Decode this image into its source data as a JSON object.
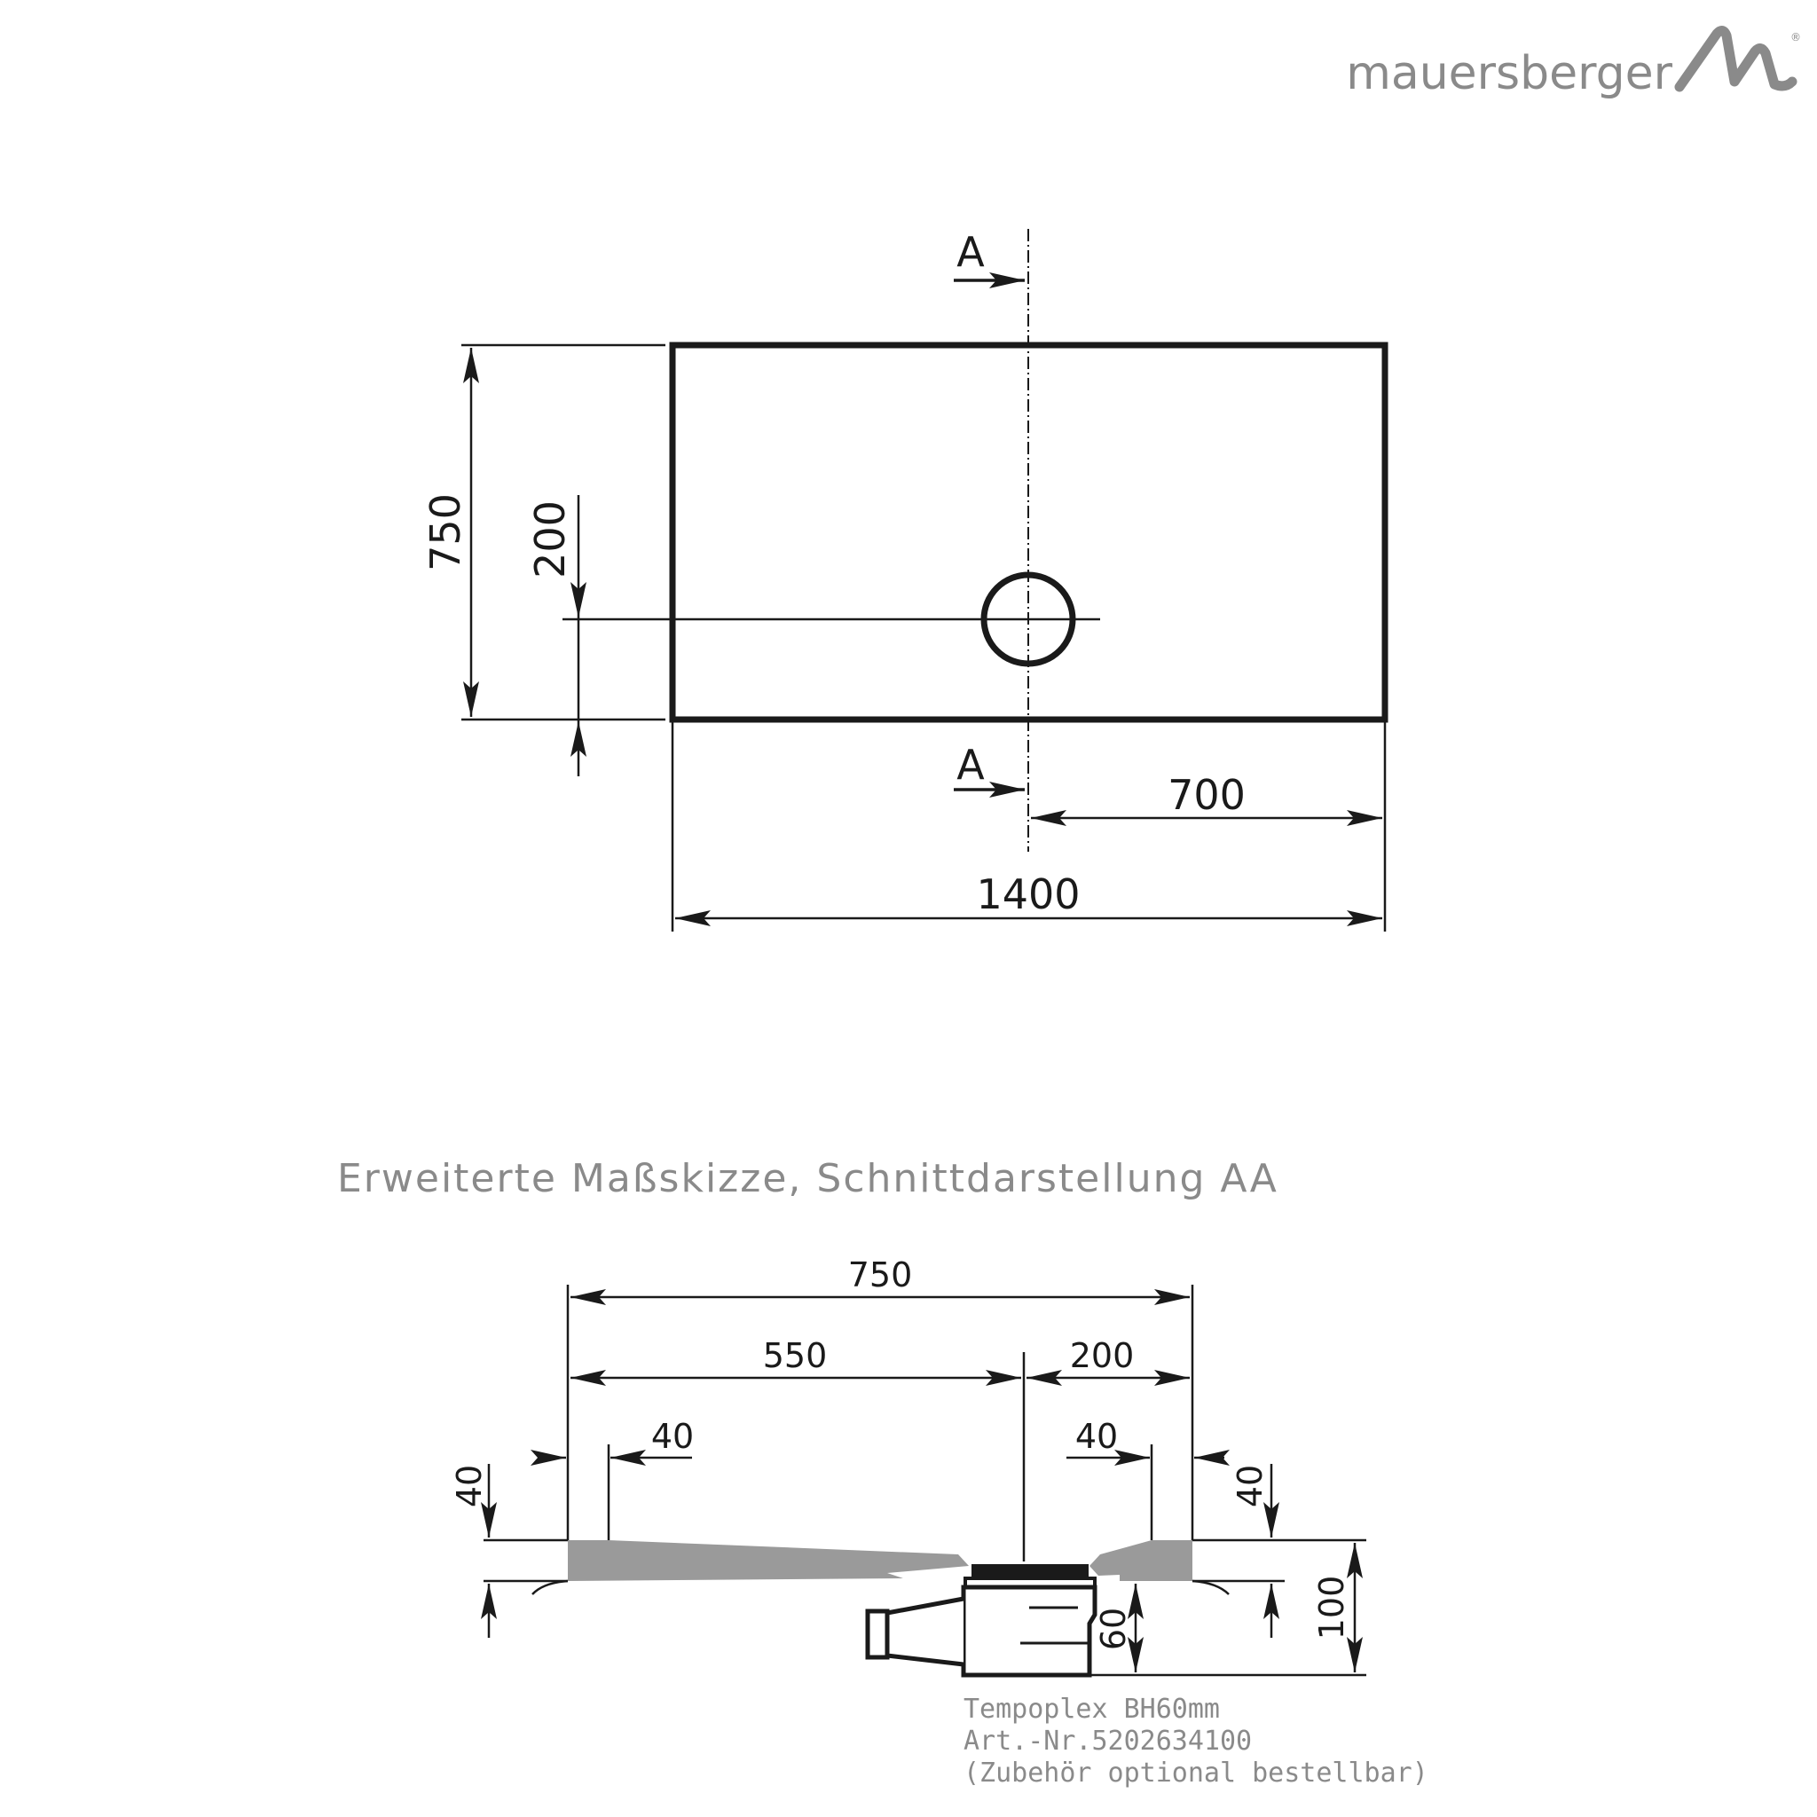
{
  "brand": {
    "name": "mauersberger",
    "registered": "®"
  },
  "plan_view": {
    "section_marker_top": "A",
    "section_marker_bottom": "A",
    "dims": {
      "height": "750",
      "drain_offset": "200",
      "drain_to_right": "700",
      "width": "1400"
    }
  },
  "section_view": {
    "title": "Erweiterte Maßskizze, Schnittdarstellung AA",
    "dims": {
      "total": "750",
      "left_part": "550",
      "right_part": "200",
      "left_rim_width": "40",
      "right_rim_width": "40",
      "left_height": "40",
      "right_height": "40",
      "drain_height": "60",
      "total_height": "100"
    },
    "accessory": {
      "line1": "Tempoplex BH60mm",
      "line2": "Art.-Nr.5202634100",
      "line3": "(Zubehör optional bestellbar)"
    }
  },
  "colors": {
    "line": "#1a1a1a",
    "gray_text": "#8a8a8a",
    "tray_fill": "#9a9a9a"
  }
}
